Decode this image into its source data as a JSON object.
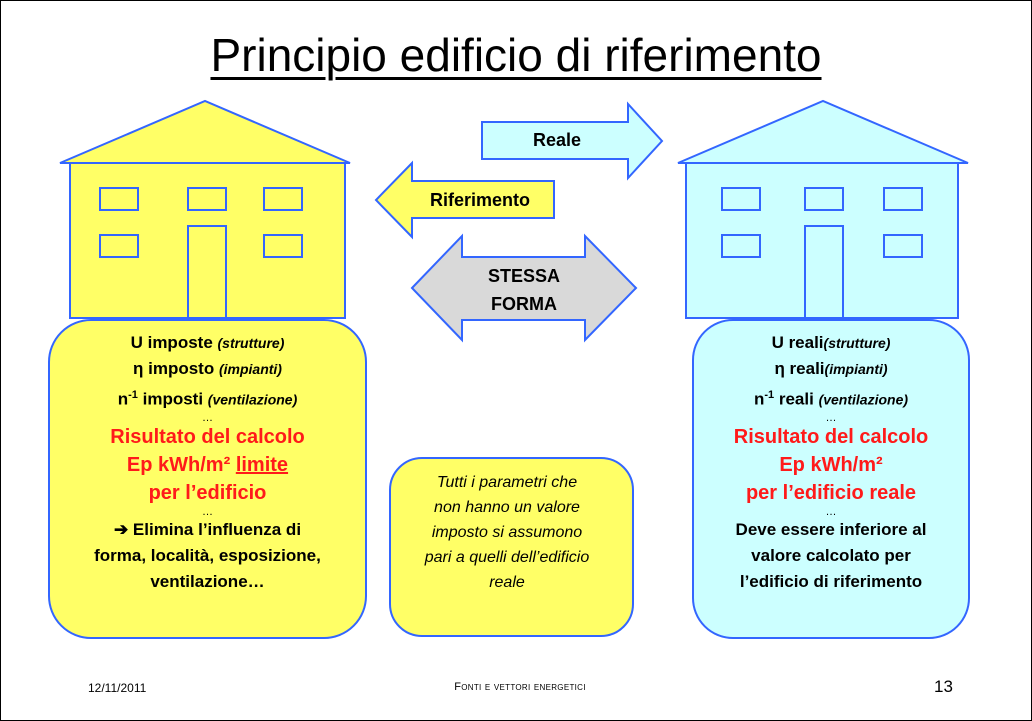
{
  "slide": {
    "title": "Principio edificio di riferimento",
    "footer_date": "12/11/2011",
    "footer_center": "Fonti e vettori energetici",
    "page_number": "13"
  },
  "arrows": {
    "reale": "Reale",
    "riferimento": "Riferimento",
    "stessa_line1": "STESSA",
    "stessa_line2": "FORMA"
  },
  "left_box": {
    "u_main": "U imposte ",
    "u_note": "(strutture)",
    "eta_main": "η imposto ",
    "eta_note": "(impianti)",
    "n_main": "n",
    "n_sup": "-1",
    "n_rest": " imposti ",
    "n_note": "(ventilazione)",
    "dots1": "…",
    "result1": "Risultato del calcolo",
    "result2_a": "Ep kWh/m² ",
    "result2_b": "limite",
    "result3": "per l’edificio",
    "dots2": "…",
    "conclusion1": "➔ Elimina l’influenza di",
    "conclusion2": "forma, località, esposizione,",
    "conclusion3": "ventilazione…"
  },
  "right_box": {
    "u_main": "U reali",
    "u_note": "(strutture)",
    "eta_main": "η reali",
    "eta_note": "(impianti)",
    "n_main": "n",
    "n_sup": "-1",
    "n_rest": " reali ",
    "n_note": "(ventilazione)",
    "dots1": "…",
    "result1": "Risultato del calcolo",
    "result2": "Ep kWh/m²",
    "result3": "per l’edificio reale",
    "dots2": "…",
    "conclusion1": "Deve essere inferiore al",
    "conclusion2": "valore calcolato per",
    "conclusion3": "l’edificio di riferimento"
  },
  "note": {
    "line1": "Tutti i parametri che",
    "line2": "non hanno un valore",
    "line3": "imposto si assumono",
    "line4": "pari a quelli dell’edificio",
    "line5": "reale"
  },
  "colors": {
    "yellow": "#ffff66",
    "cyan": "#ccffff",
    "gray": "#d9d9d9",
    "blue_stroke": "#3366ff",
    "red_text": "#ff1a1a"
  }
}
